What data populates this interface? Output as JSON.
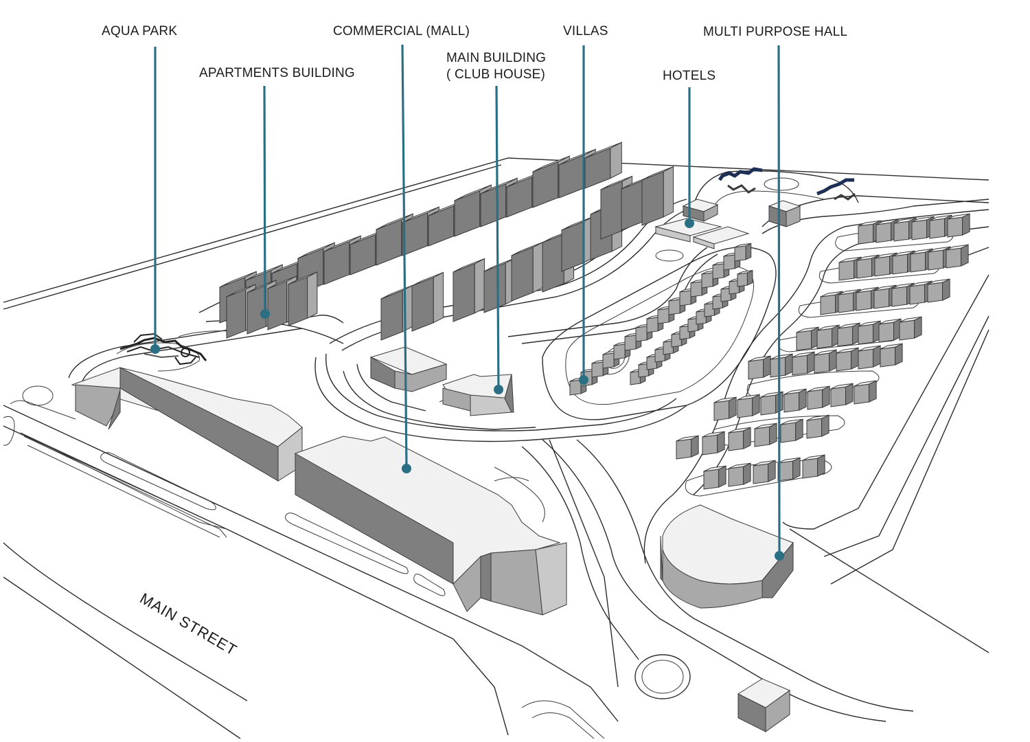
{
  "labels": {
    "aqua_park": "AQUA PARK",
    "apartments": "APARTMENTS BUILDING",
    "commercial": "COMMERCIAL (MALL)",
    "main_building_1": "MAIN BUILDING",
    "main_building_2": "( CLUB HOUSE)",
    "villas": "VILLAS",
    "hotels": "HOTELS",
    "multi_purpose": "MULTI PURPOSE HALL",
    "main_street": "MAIN STREET"
  },
  "colors": {
    "leader": "#2a6f84",
    "text": "#1b1b1b",
    "building_top": "#f1f1f1",
    "building_side_dark": "#7f7f7f",
    "building_side_light": "#a9a9a9"
  }
}
